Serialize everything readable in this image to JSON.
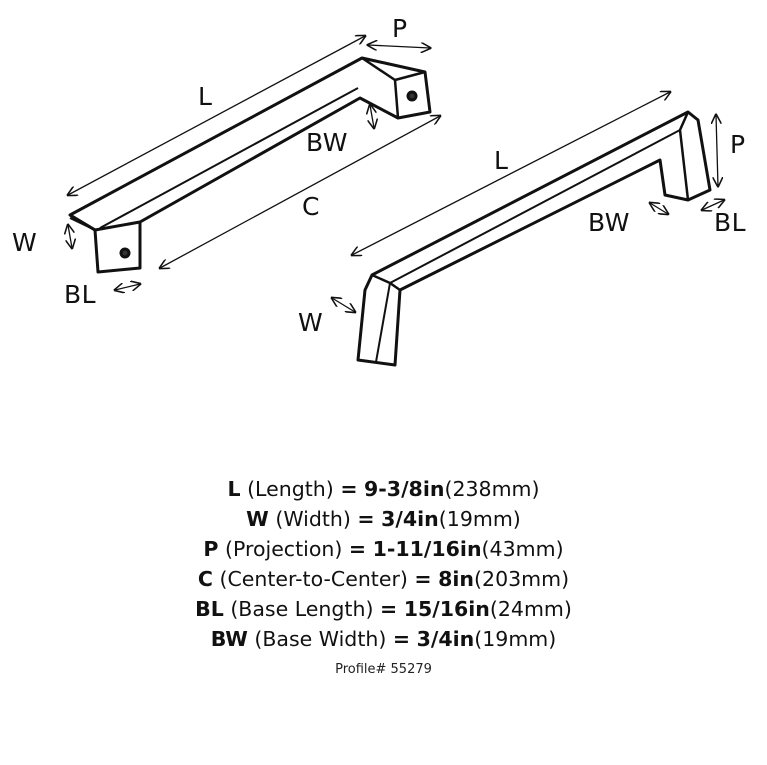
{
  "diagram": {
    "left_handle_labels": {
      "L": "L",
      "P": "P",
      "BW": "BW",
      "C": "C",
      "W": "W",
      "BL": "BL"
    },
    "right_handle_labels": {
      "L": "L",
      "P": "P",
      "BW": "BW",
      "W": "W",
      "BL": "BL"
    }
  },
  "specs": [
    {
      "code": "L",
      "name": "(Length)",
      "eq": "=",
      "imperial": "9-3/8in",
      "metric": "(238mm)"
    },
    {
      "code": "W",
      "name": "(Width)",
      "eq": "=",
      "imperial": "3/4in",
      "metric": "(19mm)"
    },
    {
      "code": "P",
      "name": "(Projection)",
      "eq": "=",
      "imperial": "1-11/16in",
      "metric": "(43mm)"
    },
    {
      "code": "C",
      "name": "(Center-to-Center)",
      "eq": "=",
      "imperial": "8in",
      "metric": "(203mm)"
    },
    {
      "code": "BL",
      "name": "(Base Length)",
      "eq": "=",
      "imperial": "15/16in",
      "metric": "(24mm)"
    },
    {
      "code": "BW",
      "name": "(Base Width)",
      "eq": "=",
      "imperial": "3/4in",
      "metric": "(19mm)"
    }
  ],
  "profile": "Profile# 55279"
}
